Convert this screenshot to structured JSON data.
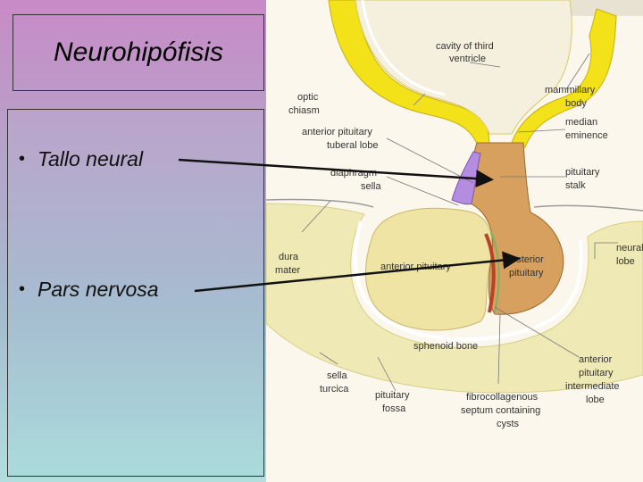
{
  "title": "Neurohipófisis",
  "bullets": [
    {
      "label": "Tallo neural"
    },
    {
      "label": "Pars nervosa"
    }
  ],
  "diagram_labels": {
    "cavity": [
      "cavity of third",
      "ventricle"
    ],
    "optic": [
      "optic",
      "chiasm"
    ],
    "mammillary": [
      "mammillary",
      "body"
    ],
    "ant_tuberal": [
      "anterior pituitary",
      "tuberal lobe"
    ],
    "median": [
      "median",
      "eminence"
    ],
    "diaphragm": [
      "diaphragm",
      "sella"
    ],
    "stalk": [
      "pituitary",
      "stalk"
    ],
    "dura": [
      "dura",
      "mater"
    ],
    "neural": [
      "neural",
      "lobe"
    ],
    "anterior": "anterior pituitary",
    "posterior": [
      "posterior",
      "pituitary"
    ],
    "sphenoid": "sphenoid bone",
    "sella_turcica": [
      "sella",
      "turcica"
    ],
    "intermediate": [
      "anterior",
      "pituitary",
      "intermediate",
      "lobe"
    ],
    "fossa": [
      "pituitary",
      "fossa"
    ],
    "fibro": [
      "fibrocollagenous",
      "septum containing",
      "cysts"
    ]
  },
  "colors": {
    "hypothalamus": "#f3e21a",
    "anterior": "#efe4a3",
    "posterior": "#d8a05e",
    "bone": "#efe9b6",
    "tuberal": "#b48ce0",
    "arrow": "#111111"
  }
}
